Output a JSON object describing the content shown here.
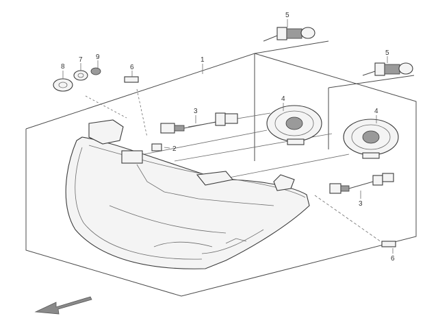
{
  "callouts": {
    "c1": "1",
    "c2": "2",
    "c3a": "3",
    "c3b": "3",
    "c4a": "4",
    "c4b": "4",
    "c5a": "5",
    "c5b": "5",
    "c6a": "6",
    "c6b": "6",
    "c7": "7",
    "c8": "8",
    "c9": "9"
  }
}
